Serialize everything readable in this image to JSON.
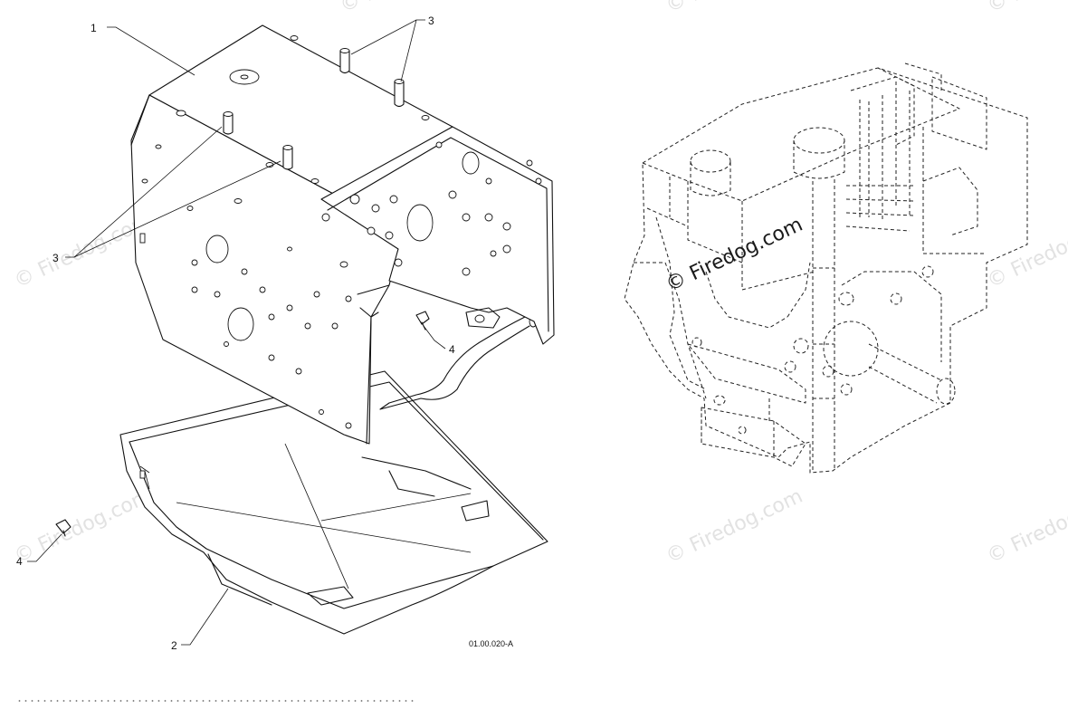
{
  "callouts": [
    {
      "id": "c1",
      "label": "1"
    },
    {
      "id": "c2",
      "label": "2"
    },
    {
      "id": "c3a",
      "label": "3"
    },
    {
      "id": "c3b",
      "label": "3"
    },
    {
      "id": "c4a",
      "label": "4"
    },
    {
      "id": "c4b",
      "label": "4"
    }
  ],
  "drawing_code": "01.00.020-A",
  "watermark": {
    "text": "© Firedog.com",
    "color": "#cfcfcf",
    "prominent_color": "#1a1a1a"
  },
  "icons": {
    "frame": "frame-housing-icon",
    "pan": "bottom-pan-icon",
    "pin": "guide-pin-icon",
    "screw": "screw-icon",
    "engine": "engine-phantom-icon"
  }
}
